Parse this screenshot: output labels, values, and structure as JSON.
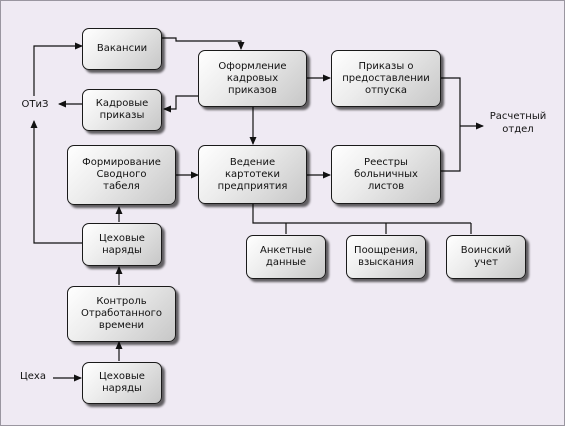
{
  "nodes": {
    "vakansii": "Вакансии",
    "oformlenie": "Оформление\nкадровых\nприказов",
    "prikazy_otpusk": "Приказы о\nпредоставлении\nотпуска",
    "kadrovye": "Кадровые\nприказы",
    "formirovanie": "Формирование\nСводного\nтабеля",
    "vedenie": "Ведение\nкартотеки\nпредприятия",
    "reestry": "Реестры\nбольничных\nлистов",
    "cehovye1": "Цеховые\nнаряды",
    "anketnye": "Анкетные\nданные",
    "pooshchreniya": "Поощрения,\nвзыскания",
    "voinskiy": "Воинский\nучет",
    "kontrol": "Контроль\nОтработанного\nвремени",
    "cehovye2": "Цеховые\nнаряды"
  },
  "labels": {
    "otiz": "ОТиЗ",
    "raschetny": "Расчетный\nотдел",
    "ceha": "Цеха"
  }
}
